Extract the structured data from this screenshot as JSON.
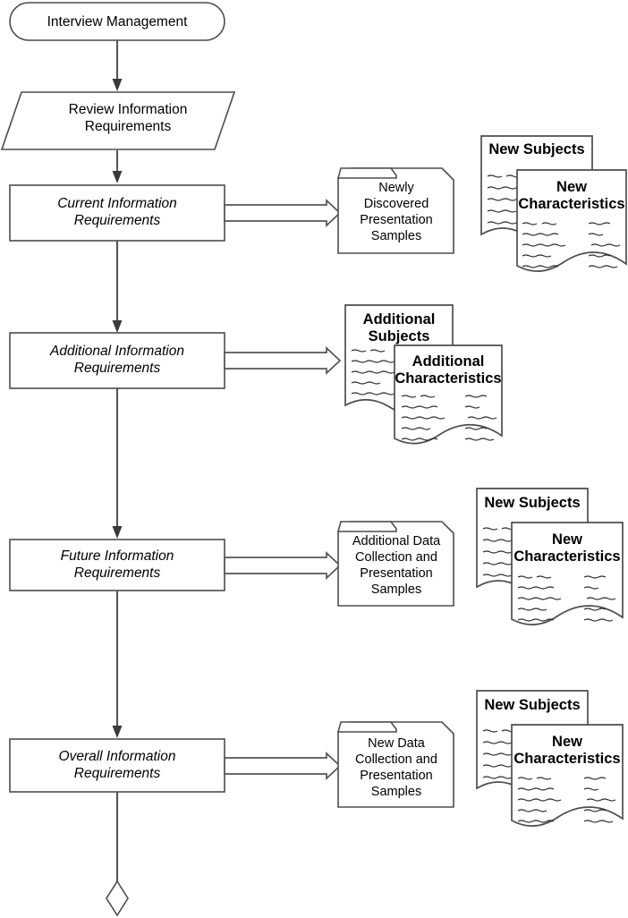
{
  "diagram": {
    "title": "Interview Management",
    "type": "flowchart",
    "background_color": "#ffffff",
    "line_color": "#555555",
    "text_color": "#000000"
  },
  "start_node": {
    "shape": "oval",
    "label": "Interview Management"
  },
  "input_node": {
    "shape": "parallelogram",
    "label_line1": "Review Information",
    "label_line2": "Requirements"
  },
  "stages": [
    {
      "process": {
        "shape": "rectangle",
        "style": "italic",
        "label_line1": "Current Information",
        "label_line2": "Requirements"
      },
      "folder": {
        "shape": "folder",
        "present": true,
        "lines": [
          "Newly",
          "Discovered",
          "Presentation",
          "Samples"
        ]
      },
      "documents": {
        "back": {
          "shape": "document",
          "label_line1": "New Subjects",
          "label_line2": ""
        },
        "front": {
          "shape": "document",
          "label_line1": "New",
          "label_line2": "Characteristics"
        }
      }
    },
    {
      "process": {
        "shape": "rectangle",
        "style": "italic",
        "label_line1": "Additional Information",
        "label_line2": "Requirements"
      },
      "folder": {
        "shape": "folder",
        "present": false,
        "lines": []
      },
      "documents": {
        "back": {
          "shape": "document",
          "label_line1": "Additional",
          "label_line2": "Subjects"
        },
        "front": {
          "shape": "document",
          "label_line1": "Additional",
          "label_line2": "Characteristics"
        }
      }
    },
    {
      "process": {
        "shape": "rectangle",
        "style": "italic",
        "label_line1": "Future Information",
        "label_line2": "Requirements"
      },
      "folder": {
        "shape": "folder",
        "present": true,
        "lines": [
          "Additional Data",
          "Collection and",
          "Presentation",
          "Samples"
        ]
      },
      "documents": {
        "back": {
          "shape": "document",
          "label_line1": "New Subjects",
          "label_line2": ""
        },
        "front": {
          "shape": "document",
          "label_line1": "New",
          "label_line2": "Characteristics"
        }
      }
    },
    {
      "process": {
        "shape": "rectangle",
        "style": "italic",
        "label_line1": "Overall Information",
        "label_line2": "Requirements"
      },
      "folder": {
        "shape": "folder",
        "present": true,
        "lines": [
          "New Data",
          "Collection and",
          "Presentation",
          "Samples"
        ]
      },
      "documents": {
        "back": {
          "shape": "document",
          "label_line1": "New Subjects",
          "label_line2": ""
        },
        "front": {
          "shape": "document",
          "label_line1": "New",
          "label_line2": "Characteristics"
        }
      }
    }
  ],
  "end_node": {
    "shape": "diamond",
    "label": ""
  }
}
